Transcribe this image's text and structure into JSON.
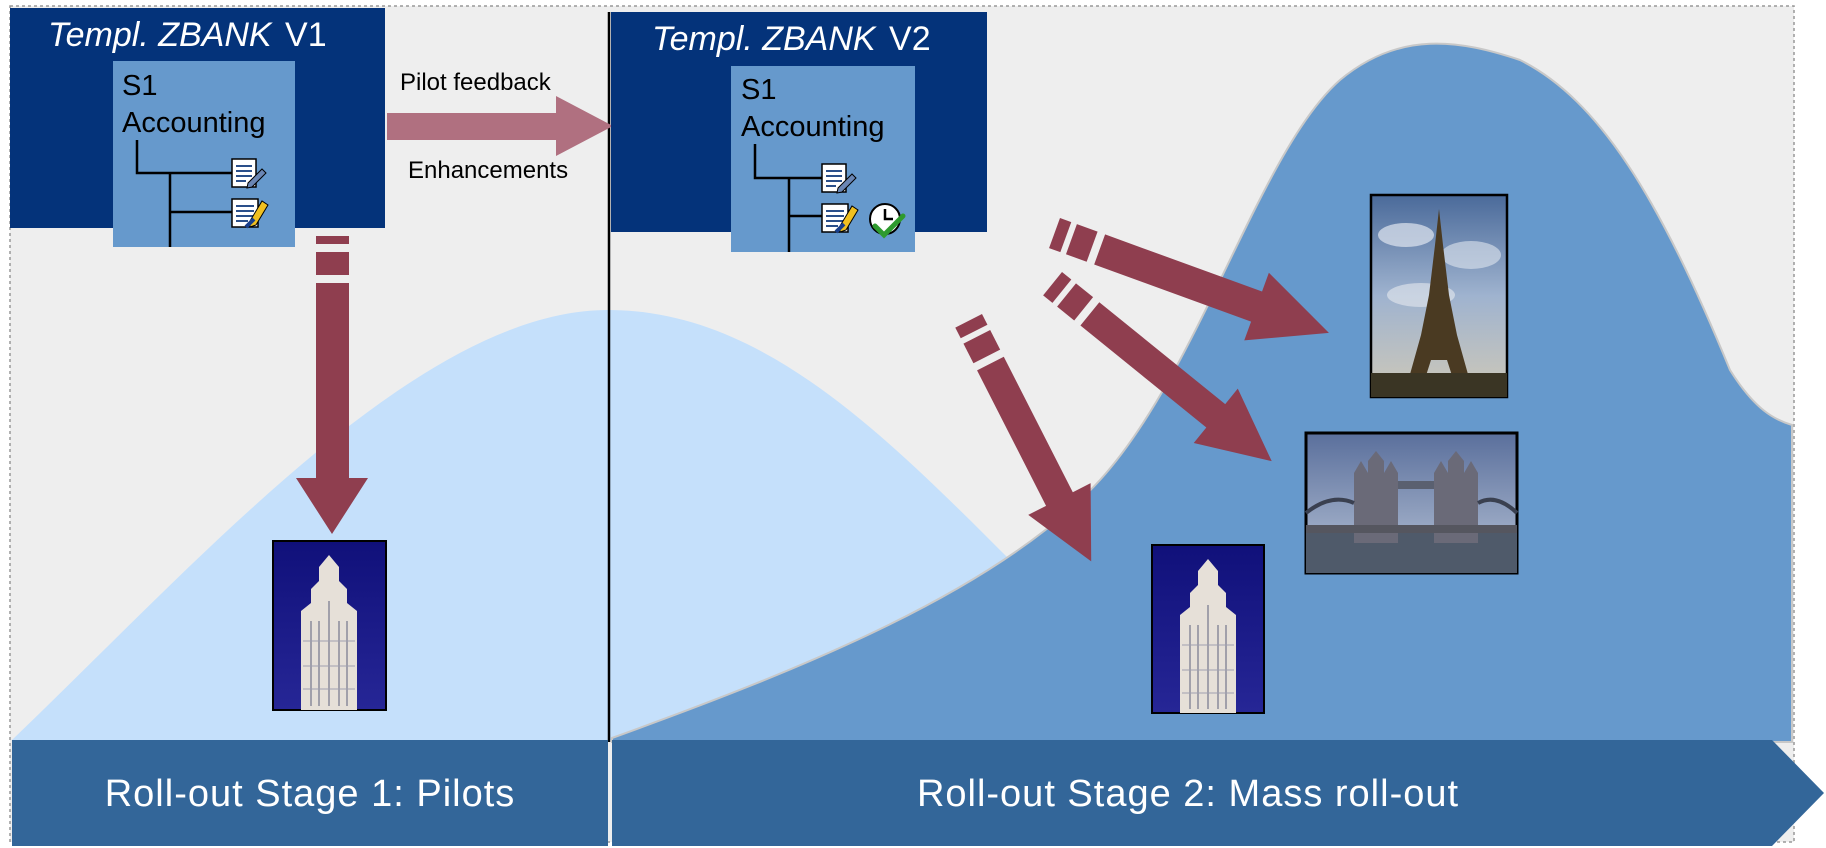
{
  "template_v1": {
    "title_italic": "Templ. ZBANK",
    "title_version": "V1",
    "module_line1": "S1",
    "module_line2": "Accounting"
  },
  "template_v2": {
    "title_italic": "Templ. ZBANK",
    "title_version": "V2",
    "module_line1": "S1",
    "module_line2": "Accounting"
  },
  "feedback_arrow": {
    "label_top": "Pilot feedback",
    "label_bottom": "Enhancements"
  },
  "stages": [
    {
      "label": "Roll-out Stage 1: Pilots"
    },
    {
      "label": "Roll-out Stage 2: Mass roll-out"
    }
  ],
  "icons": {
    "v1": [
      "document-pen-icon",
      "edit-document-icon"
    ],
    "v2": [
      "document-pen-icon",
      "edit-document-icon",
      "clock-check-icon"
    ]
  },
  "images": [
    "woolworth-building-image",
    "eiffel-tower-image",
    "tower-bridge-image",
    "woolworth-building-image"
  ],
  "colors": {
    "background": "#eeeeee",
    "template_box": "#04337a",
    "module_box": "#6699cc",
    "light_curve": "#c5e0fb",
    "dark_curve": "#6699cc",
    "arrow": "#8f3e4f",
    "feedback_arrow": "#b07080",
    "stage_bar": "#336699",
    "stage_text": "#ffffff"
  }
}
